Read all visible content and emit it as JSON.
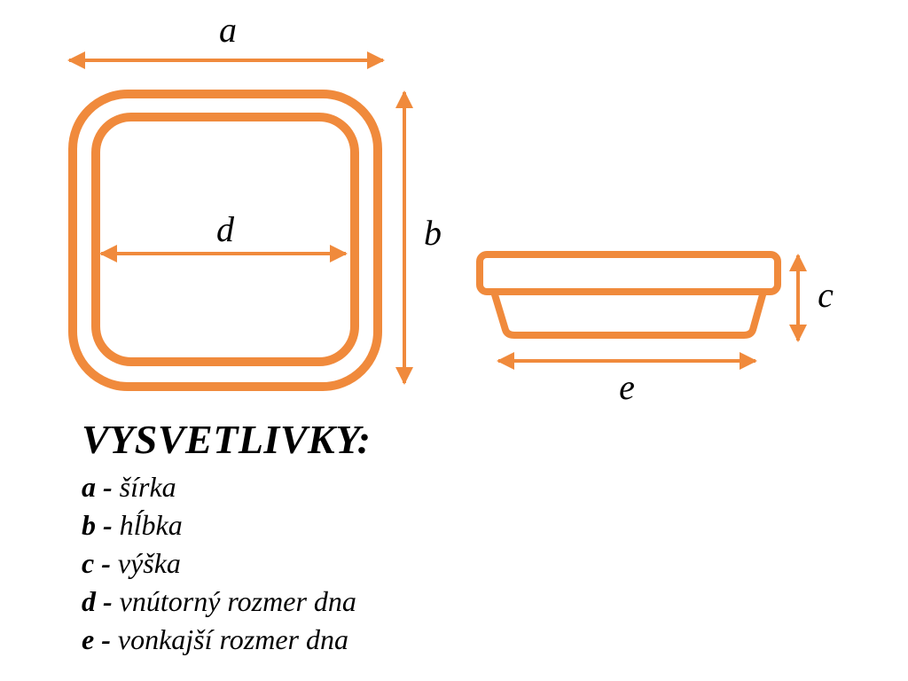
{
  "colors": {
    "shape": "#f08a3c",
    "text": "#000000",
    "background": "#ffffff"
  },
  "dimension_labels": {
    "a": "a",
    "b": "b",
    "c": "c",
    "d": "d",
    "e": "e"
  },
  "legend": {
    "title": "VYSVETLIVKY:",
    "items": [
      {
        "key": "a",
        "sep": " - ",
        "text": "šírka"
      },
      {
        "key": "b",
        "sep": " - ",
        "text": "hĺbka"
      },
      {
        "key": "c",
        "sep": " - ",
        "text": "výška"
      },
      {
        "key": "d",
        "sep": " - ",
        "text": "vnútorný rozmer dna"
      },
      {
        "key": "e",
        "sep": " - ",
        "text": "vonkajší rozmer dna"
      }
    ]
  }
}
